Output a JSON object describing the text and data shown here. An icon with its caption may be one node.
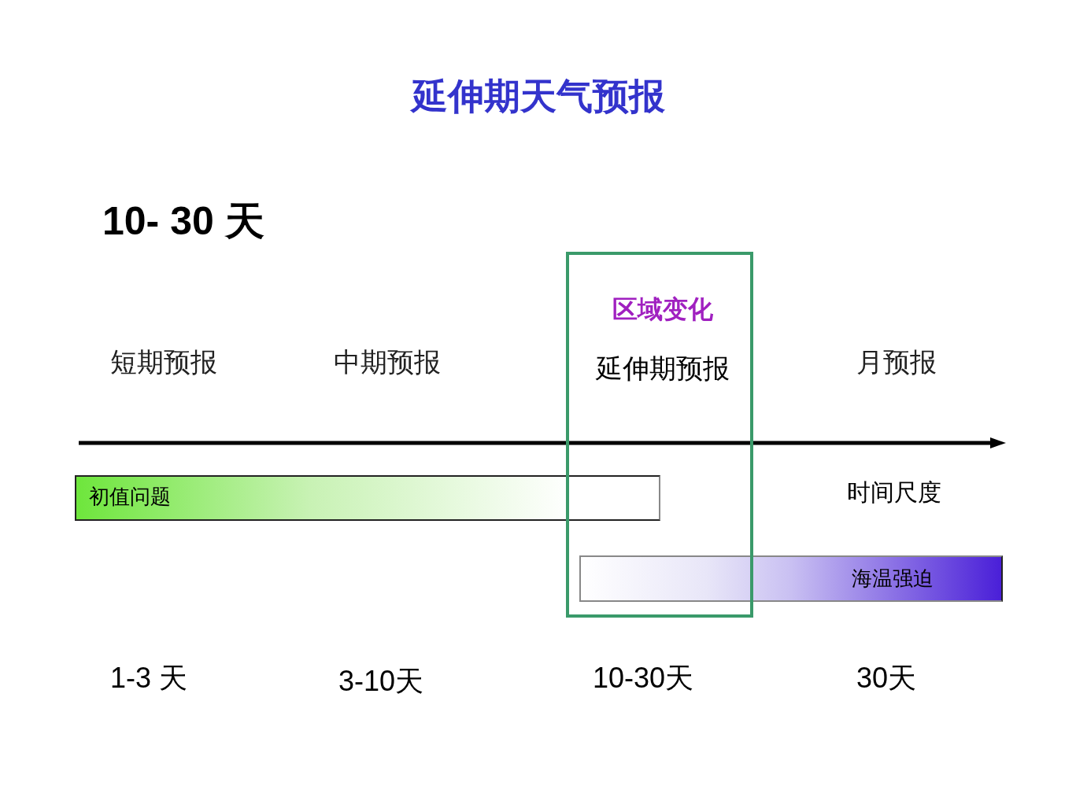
{
  "diagram": {
    "title": "延伸期天气预报",
    "nodes": [
      {
        "text": [
          "区域变化",
          "延伸期预报"
        ]
      },
      {
        "text": [
          "初值问题"
        ]
      },
      {
        "text": [
          "海温强迫"
        ]
      }
    ],
    "labels": [
      "10- 30 天",
      "短期预报",
      "中期预报",
      "月预报",
      "时间尺度",
      "1-3 天",
      "3-10天",
      "10-30天",
      "30天"
    ]
  }
}
